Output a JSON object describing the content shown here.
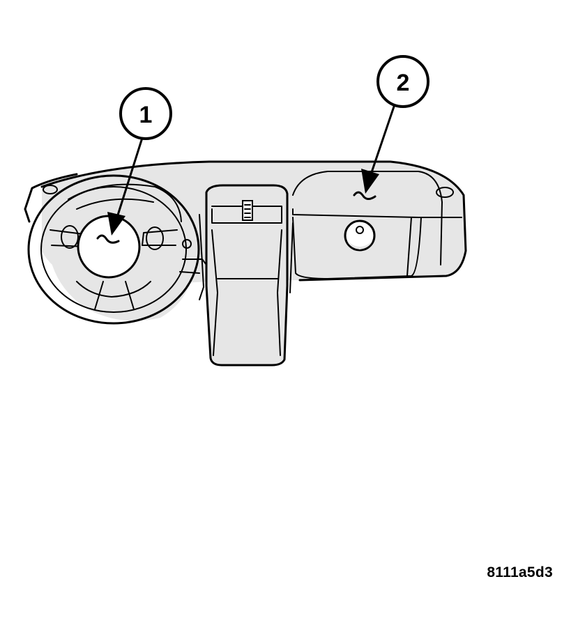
{
  "callouts": [
    {
      "number": "1"
    },
    {
      "number": "2"
    }
  ],
  "figure_id": "8111a5d3"
}
